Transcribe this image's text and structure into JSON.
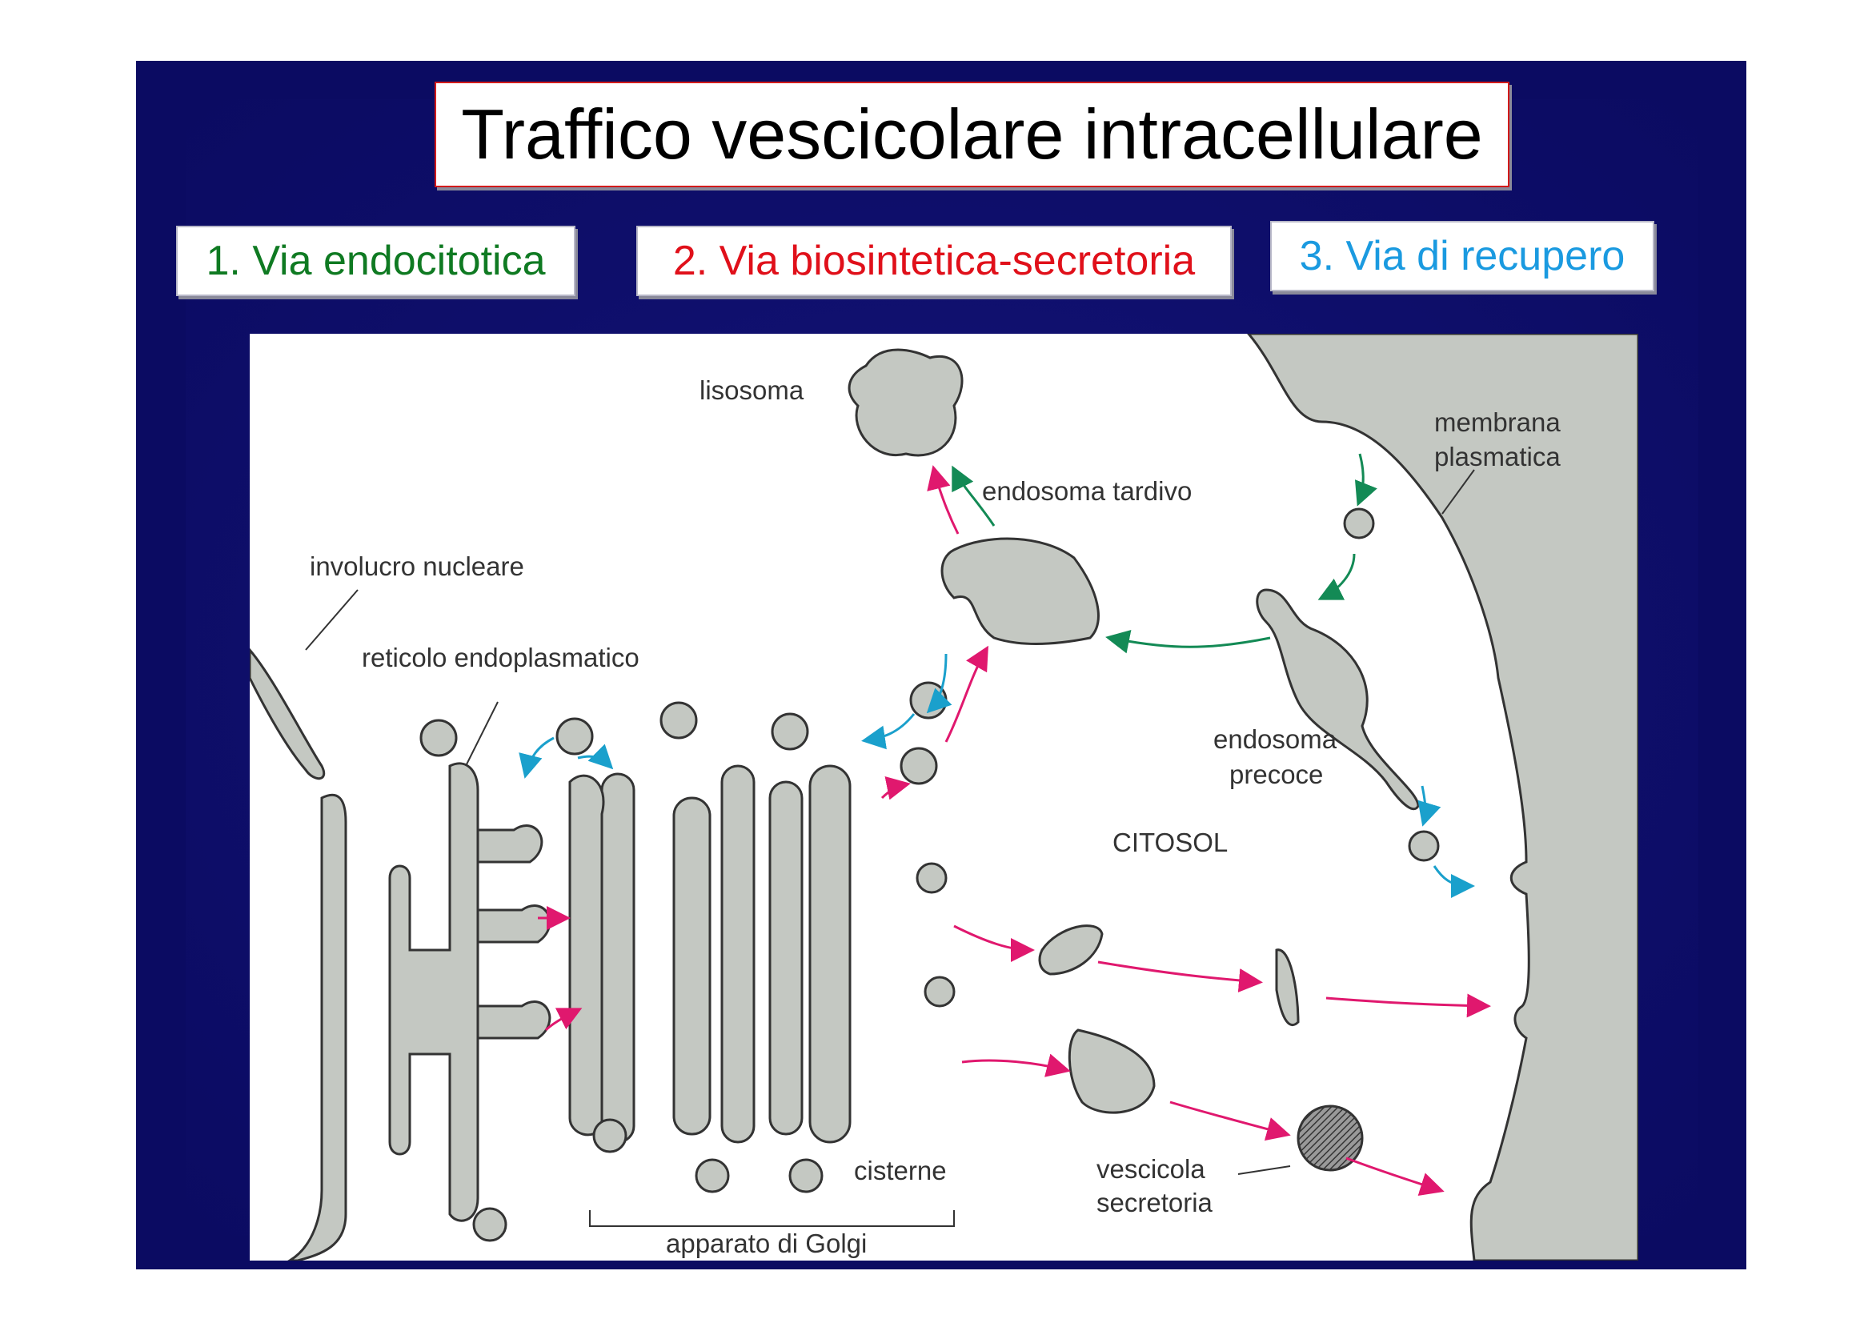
{
  "slide": {
    "title": "Traffico vescicolare intracellulare",
    "pathways": [
      {
        "label": "1. Via endocitotica",
        "color": "#0f7a22"
      },
      {
        "label": "2. Via biosintetica-secretoria",
        "color": "#e0101a"
      },
      {
        "label": "3. Via di recupero",
        "color": "#1a9ae0"
      }
    ]
  },
  "diagram": {
    "labels": {
      "lysosome": "lisosoma",
      "plasma_membrane_1": "membrana",
      "plasma_membrane_2": "plasmatica",
      "late_endosome": "endosoma tardivo",
      "nuclear_envelope": "involucro nucleare",
      "er": "reticolo endoplasmatico",
      "early_endosome_1": "endosoma",
      "early_endosome_2": "precoce",
      "cytosol": "CITOSOL",
      "cisternae": "cisterne",
      "secretory_vesicle_1": "vescicola",
      "secretory_vesicle_2": "secretoria",
      "golgi": "apparato di Golgi"
    },
    "colors": {
      "organelle": "#c4c8c2",
      "endocytic": "#138a55",
      "secretory": "#e0186e",
      "retrieval": "#1aa0cc"
    }
  }
}
